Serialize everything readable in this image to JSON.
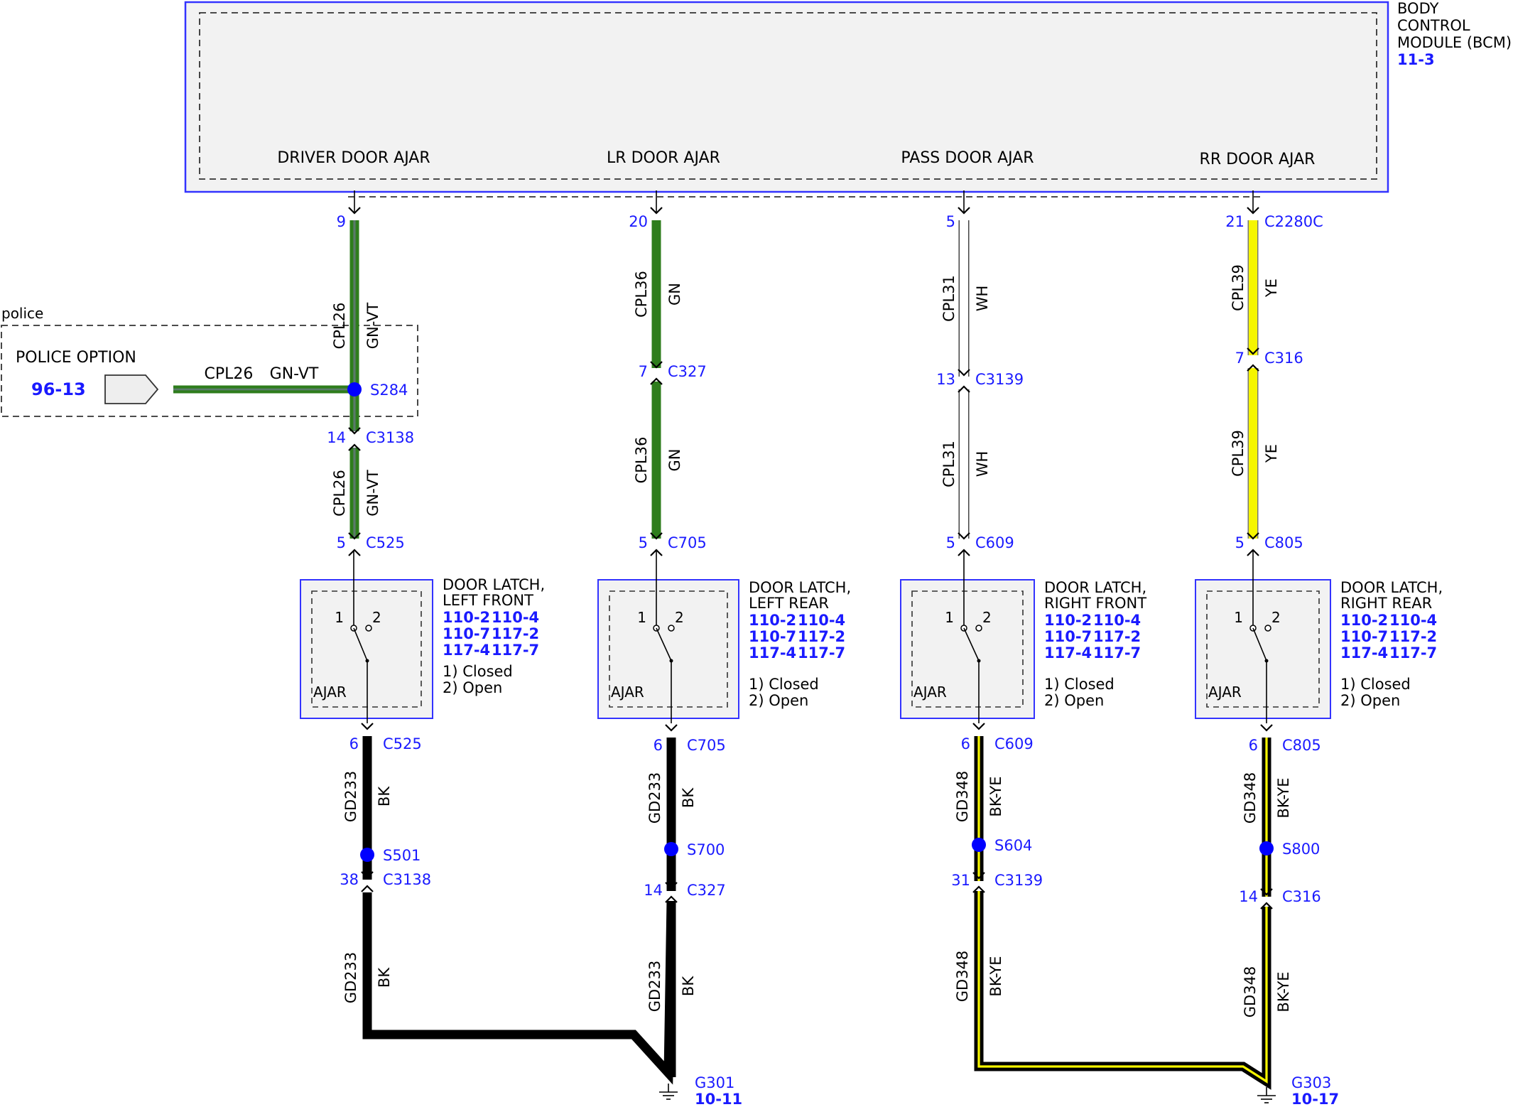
{
  "bcm": {
    "title_lines": [
      "BODY",
      "CONTROL",
      "MODULE (BCM)"
    ],
    "ref": "11-3",
    "pins": {
      "driver": "DRIVER DOOR AJAR",
      "lr": "LR DOOR AJAR",
      "pass": "PASS DOOR AJAR",
      "rr": "RR DOOR AJAR"
    },
    "connector": "C2280C"
  },
  "police": {
    "tag": "police",
    "title": "POLICE OPTION",
    "ref": "96-13",
    "circuit": "CPL26",
    "color": "GN-VT"
  },
  "colors": {
    "GN": "#2e7d1c",
    "VT": "#5a7a6a",
    "WH": "#ffffff",
    "YE": "#f5f500",
    "BK": "#000000",
    "connector_blue": "#1a1aff",
    "module_fill": "#f2f2f2"
  },
  "columns": [
    {
      "id": "lf",
      "upper": [
        {
          "circuit": "CPL26",
          "color": "GN-VT"
        },
        {
          "circuit": "CPL26",
          "color": "GN-VT"
        }
      ],
      "pins_upper": [
        {
          "pin": "9",
          "conn": ""
        },
        {
          "pin": "14",
          "conn": "C3138"
        },
        {
          "pin": "5",
          "conn": "C525"
        }
      ],
      "splice_upper": "S284",
      "latch": {
        "title1": "DOOR LATCH,",
        "title2": "LEFT FRONT",
        "refs": [
          "110-2",
          "110-4",
          "110-7",
          "117-2",
          "117-4",
          "117-7"
        ],
        "note1": "1) Closed",
        "note2": "2) Open",
        "sw1": "1",
        "sw2": "2",
        "label": "AJAR"
      },
      "pin_lower1": {
        "pin": "6",
        "conn": "C525"
      },
      "lower1": {
        "circuit": "GD233",
        "color": "BK"
      },
      "splice_lower": "S501",
      "pin_lower2": {
        "pin": "38",
        "conn": "C3138"
      },
      "lower2": {
        "circuit": "GD233",
        "color": "BK"
      }
    },
    {
      "id": "lr",
      "upper": [
        {
          "circuit": "CPL36",
          "color": "GN"
        },
        {
          "circuit": "CPL36",
          "color": "GN"
        }
      ],
      "pins_upper": [
        {
          "pin": "20",
          "conn": ""
        },
        {
          "pin": "7",
          "conn": "C327"
        },
        {
          "pin": "5",
          "conn": "C705"
        }
      ],
      "latch": {
        "title1": "DOOR LATCH,",
        "title2": "LEFT REAR",
        "refs": [
          "110-2",
          "110-4",
          "110-7",
          "117-2",
          "117-4",
          "117-7"
        ],
        "note1": "1) Closed",
        "note2": "2) Open",
        "sw1": "1",
        "sw2": "2",
        "label": "AJAR"
      },
      "pin_lower1": {
        "pin": "6",
        "conn": "C705"
      },
      "lower1": {
        "circuit": "GD233",
        "color": "BK"
      },
      "splice_lower": "S700",
      "pin_lower2": {
        "pin": "14",
        "conn": "C327"
      },
      "lower2": {
        "circuit": "GD233",
        "color": "BK"
      }
    },
    {
      "id": "rf",
      "upper": [
        {
          "circuit": "CPL31",
          "color": "WH"
        },
        {
          "circuit": "CPL31",
          "color": "WH"
        }
      ],
      "pins_upper": [
        {
          "pin": "5",
          "conn": ""
        },
        {
          "pin": "13",
          "conn": "C3139"
        },
        {
          "pin": "5",
          "conn": "C609"
        }
      ],
      "latch": {
        "title1": "DOOR LATCH,",
        "title2": "RIGHT FRONT",
        "refs": [
          "110-2",
          "110-4",
          "110-7",
          "117-2",
          "117-4",
          "117-7"
        ],
        "note1": "1) Closed",
        "note2": "2) Open",
        "sw1": "1",
        "sw2": "2",
        "label": "AJAR"
      },
      "pin_lower1": {
        "pin": "6",
        "conn": "C609"
      },
      "lower1": {
        "circuit": "GD348",
        "color": "BK-YE"
      },
      "splice_lower": "S604",
      "pin_lower2": {
        "pin": "31",
        "conn": "C3139"
      },
      "lower2": {
        "circuit": "GD348",
        "color": "BK-YE"
      }
    },
    {
      "id": "rr",
      "upper": [
        {
          "circuit": "CPL39",
          "color": "YE"
        },
        {
          "circuit": "CPL39",
          "color": "YE"
        }
      ],
      "pins_upper": [
        {
          "pin": "21",
          "conn": "C2280C"
        },
        {
          "pin": "7",
          "conn": "C316"
        },
        {
          "pin": "5",
          "conn": "C805"
        }
      ],
      "latch": {
        "title1": "DOOR LATCH,",
        "title2": "RIGHT REAR",
        "refs": [
          "110-2",
          "110-4",
          "110-7",
          "117-2",
          "117-4",
          "117-7"
        ],
        "note1": "1) Closed",
        "note2": "2) Open",
        "sw1": "1",
        "sw2": "2",
        "label": "AJAR"
      },
      "pin_lower1": {
        "pin": "6",
        "conn": "C805"
      },
      "lower1": {
        "circuit": "GD348",
        "color": "BK-YE"
      },
      "splice_lower": "S800",
      "pin_lower2": {
        "pin": "14",
        "conn": "C316"
      },
      "lower2": {
        "circuit": "GD348",
        "color": "BK-YE"
      }
    }
  ],
  "grounds": [
    {
      "id": "G301",
      "ref": "10-11"
    },
    {
      "id": "G303",
      "ref": "10-17"
    }
  ]
}
